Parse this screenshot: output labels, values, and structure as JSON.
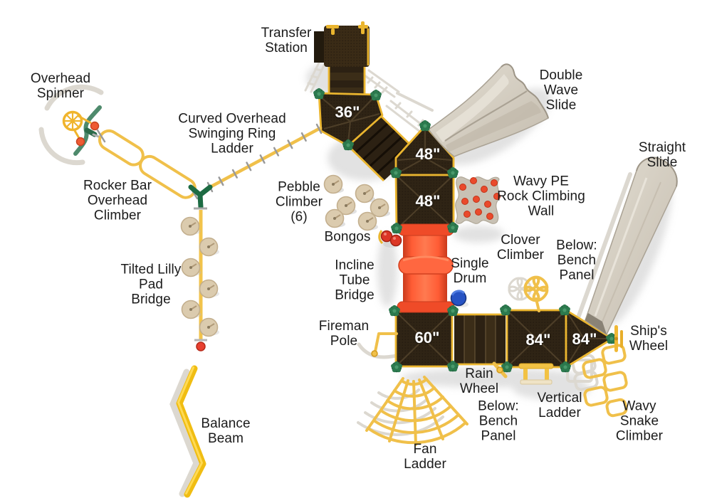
{
  "diagram_type": "playground-equipment-top-view",
  "labels": [
    {
      "name": "transfer-station",
      "text": "Transfer\nStation"
    },
    {
      "name": "overhead-spinner",
      "text": "Overhead\nSpinner"
    },
    {
      "name": "curved-overhead-swinging-ring-ladder",
      "text": "Curved Overhead\nSwinging Ring\nLadder"
    },
    {
      "name": "double-wave-slide",
      "text": "Double\nWave\nSlide"
    },
    {
      "name": "straight-slide",
      "text": "Straight\nSlide"
    },
    {
      "name": "rocker-bar-overhead-climber",
      "text": "Rocker Bar\nOverhead\nClimber"
    },
    {
      "name": "pebble-climber",
      "text": "Pebble\nClimber\n(6)"
    },
    {
      "name": "wavy-pe-rock-climbing-wall",
      "text": "Wavy PE\nRock Climbing\nWall"
    },
    {
      "name": "bongos",
      "text": "Bongos"
    },
    {
      "name": "clover-climber",
      "text": "Clover\nClimber"
    },
    {
      "name": "below-bench-panel-upper",
      "text": "Below:\nBench\nPanel"
    },
    {
      "name": "tilted-lilly-pad-bridge",
      "text": "Tilted Lilly\nPad\nBridge"
    },
    {
      "name": "incline-tube-bridge",
      "text": "Incline\nTube\nBridge"
    },
    {
      "name": "single-drum",
      "text": "Single\nDrum"
    },
    {
      "name": "fireman-pole",
      "text": "Fireman\nPole"
    },
    {
      "name": "ships-wheel",
      "text": "Ship's\nWheel"
    },
    {
      "name": "rain-wheel",
      "text": "Rain\nWheel"
    },
    {
      "name": "below-bench-panel-lower",
      "text": "Below:\nBench\nPanel"
    },
    {
      "name": "vertical-ladder",
      "text": "Vertical\nLadder"
    },
    {
      "name": "wavy-snake-climber",
      "text": "Wavy\nSnake\nClimber"
    },
    {
      "name": "fan-ladder",
      "text": "Fan\nLadder"
    },
    {
      "name": "balance-beam",
      "text": "Balance\nBeam"
    }
  ],
  "deck_labels": [
    {
      "name": "deck-36",
      "text": "36\""
    },
    {
      "name": "deck-48-upper",
      "text": "48\""
    },
    {
      "name": "deck-48-lower",
      "text": "48\""
    },
    {
      "name": "deck-60",
      "text": "60\""
    },
    {
      "name": "deck-84-first",
      "text": "84\""
    },
    {
      "name": "deck-84-second",
      "text": "84\""
    }
  ],
  "colors": {
    "deck_brown": "#2f2415",
    "trim_yellow": "#eab52f",
    "connector_green": "#2c7a4e",
    "tube_orange": "#ff5c35",
    "slide_beige": "#d3ccc0",
    "equipment_yellow": "#f0c04a",
    "rock_red": "#ea4a2c",
    "pad_tan": "#dbcbae",
    "drum_blue": "#2753c4",
    "bongo_red": "#dc3726",
    "beam_yellow": "#f0bd12",
    "label_text": "#1b1b1b",
    "deck_label_text": "#ffffff"
  }
}
